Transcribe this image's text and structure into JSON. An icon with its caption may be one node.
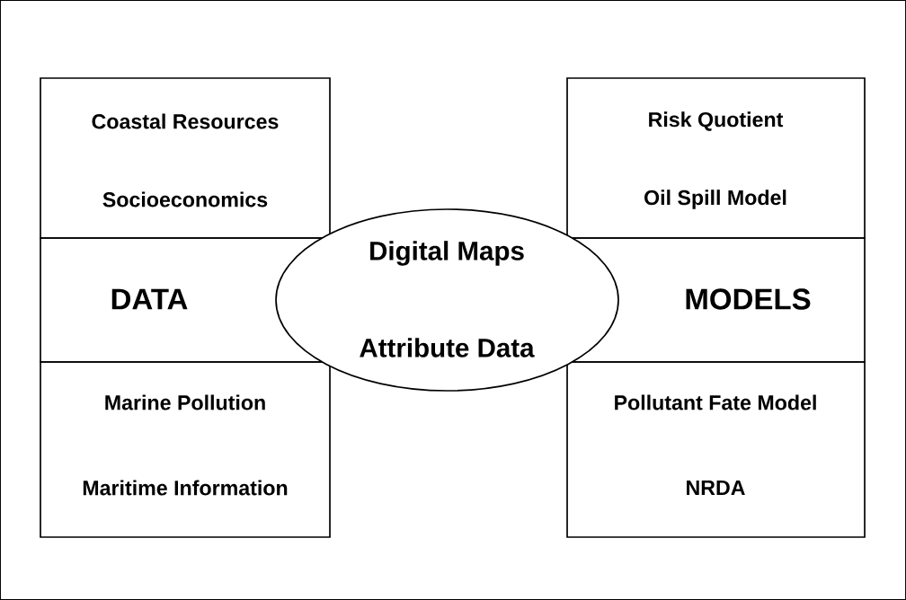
{
  "diagram": {
    "nodes": [
      {
        "text": [
          "Coastal Resources",
          "Socioeconomics"
        ]
      },
      {
        "text": [
          "DATA"
        ]
      },
      {
        "text": [
          "Marine Pollution",
          "Maritime Information"
        ]
      },
      {
        "text": [
          "Digital Maps",
          "Attribute Data"
        ]
      },
      {
        "text": [
          "Risk Quotient",
          "Oil Spill Model"
        ]
      },
      {
        "text": [
          "MODELS"
        ]
      },
      {
        "text": [
          "Pollutant Fate Model",
          "NRDA"
        ]
      }
    ]
  }
}
